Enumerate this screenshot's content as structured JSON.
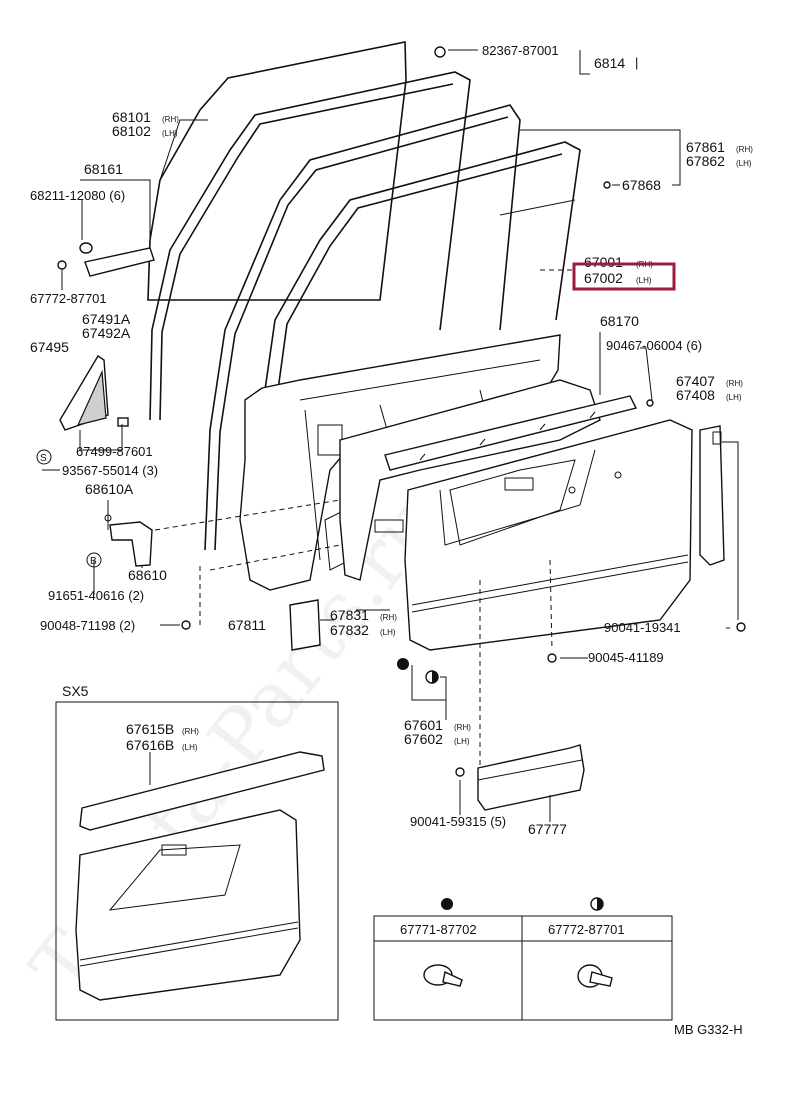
{
  "watermark": "Toyota-Parts.ru",
  "figure_code": "MB G332-H",
  "callouts": {
    "c_6814": "6814",
    "c_82367": "82367-87001",
    "c_68101": "68101",
    "c_68102": "68102",
    "c_68161": "68161",
    "c_68211": "68211-12080 (6)",
    "c_67772a": "67772-87701",
    "c_67491": "67491A",
    "c_67492": "67492A",
    "c_67495": "67495",
    "c_67499": "67499-87601",
    "c_93567": "93567-55014 (3)",
    "c_68610a": "68610A",
    "c_68610": "68610",
    "c_91651": "91651-40616 (2)",
    "c_90048": "90048-71198 (2)",
    "c_67811": "67811",
    "c_67831": "67831",
    "c_67832": "67832",
    "c_67861": "67861",
    "c_67862": "67862",
    "c_67868": "67868",
    "c_67001": "67001",
    "c_67002": "67002",
    "c_68170": "68170",
    "c_90467": "90467-06004 (6)",
    "c_67407": "67407",
    "c_67408": "67408",
    "c_90041_19341": "90041-19341",
    "c_90045": "90045-41189",
    "c_67601": "67601",
    "c_67602": "67602",
    "c_90041_59315": "90041-59315 (5)",
    "c_67777": "67777",
    "c_67615": "67615B",
    "c_67616": "67616B"
  },
  "side_rh": "(RH)",
  "side_lh": "(LH)",
  "circle_s": "S",
  "circle_b": "B",
  "inset": {
    "title": "SX5"
  },
  "clip_table": {
    "col1": "67771-87702",
    "col2": "67772-87701"
  },
  "highlight_color": "#9b1b3a"
}
